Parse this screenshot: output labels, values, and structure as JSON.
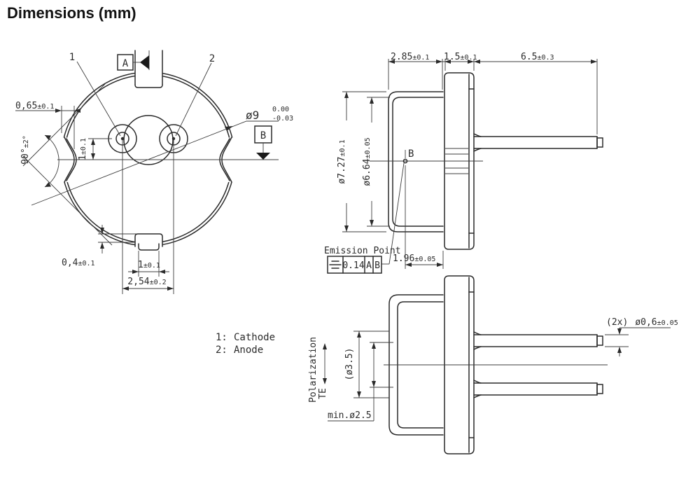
{
  "title": "Dimensions (mm)",
  "front_view": {
    "pin1_label": "1",
    "pin2_label": "2",
    "datum_a": "A",
    "datum_b": "B",
    "dim_flat_depth": {
      "value": "0,65",
      "tol": "±0.1"
    },
    "dim_notch_angle": {
      "value": "90°",
      "tol": "±2°"
    },
    "dim_pin_offset": {
      "value": "1",
      "tol": "±0.1"
    },
    "dim_diameter": {
      "value": "ø9",
      "tol_upper": "0.00",
      "tol_lower": "-0.03"
    },
    "dim_tab_step": {
      "value": "0,4",
      "tol": "±0.1"
    },
    "dim_tab_width": {
      "value": "1",
      "tol": "±0.1"
    },
    "dim_pin_pitch": {
      "value": "2,54",
      "tol": "±0.2"
    }
  },
  "side_view": {
    "dim_cap_length": {
      "value": "2.85",
      "tol": "±0.1"
    },
    "dim_flange_thickness": {
      "value": "1.5",
      "tol": "±0.1"
    },
    "dim_pin_length": {
      "value": "6.5",
      "tol": "±0.3"
    },
    "dim_cap_diameter": {
      "value": "ø7.27",
      "tol": "±0.1"
    },
    "dim_window_diameter": {
      "value": "ø6.64",
      "tol": "±0.05"
    },
    "dim_emission_offset": {
      "value": "1.96",
      "tol": "±0.05"
    },
    "emission_point_label": "Emission Point",
    "emission_datum_label": "B",
    "fcf": {
      "symbol": "symmetry",
      "tolerance": "0.14",
      "datum_primary": "A",
      "datum_secondary": "B"
    }
  },
  "bottom_view": {
    "dim_window": {
      "value": "(ø3.5)"
    },
    "dim_aperture": {
      "value": "min.ø2.5"
    },
    "dim_pin_diameter": {
      "prefix": "(2x)",
      "value": "ø0,6",
      "tol": "±0.05"
    },
    "polarization_label": "Polarization",
    "polarization_mode": "TE"
  },
  "legend": {
    "item1_num": "1:",
    "item1_name": "Cathode",
    "item2_num": "2:",
    "item2_name": "Anode"
  }
}
